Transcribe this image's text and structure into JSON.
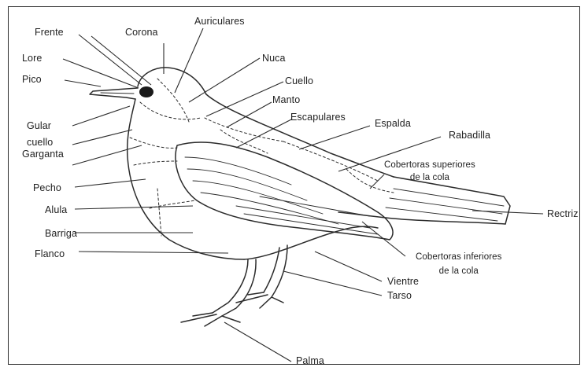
{
  "labels": {
    "frente": "Frente",
    "corona": "Corona",
    "auriculares": "Auriculares",
    "lore": "Lore",
    "nuca": "Nuca",
    "pico": "Pico",
    "cuello": "Cuello",
    "manto": "Manto",
    "escapulares": "Escapulares",
    "gular_cuello": "Gular\ncuello",
    "garganta": "Garganta",
    "espalda": "Espalda",
    "rabadilla": "Rabadilla",
    "cobertoras_superiores": "Cobertoras superiores\nde la cola",
    "pecho": "Pecho",
    "alula": "Alula",
    "rectriz": "Rectriz",
    "barriga": "Barriga",
    "flanco": "Flanco",
    "cobertoras_inferiores": "Cobertoras inferiores\nde la cola",
    "vientre": "Vientre",
    "tarso": "Tarso",
    "palma": "Palma"
  }
}
